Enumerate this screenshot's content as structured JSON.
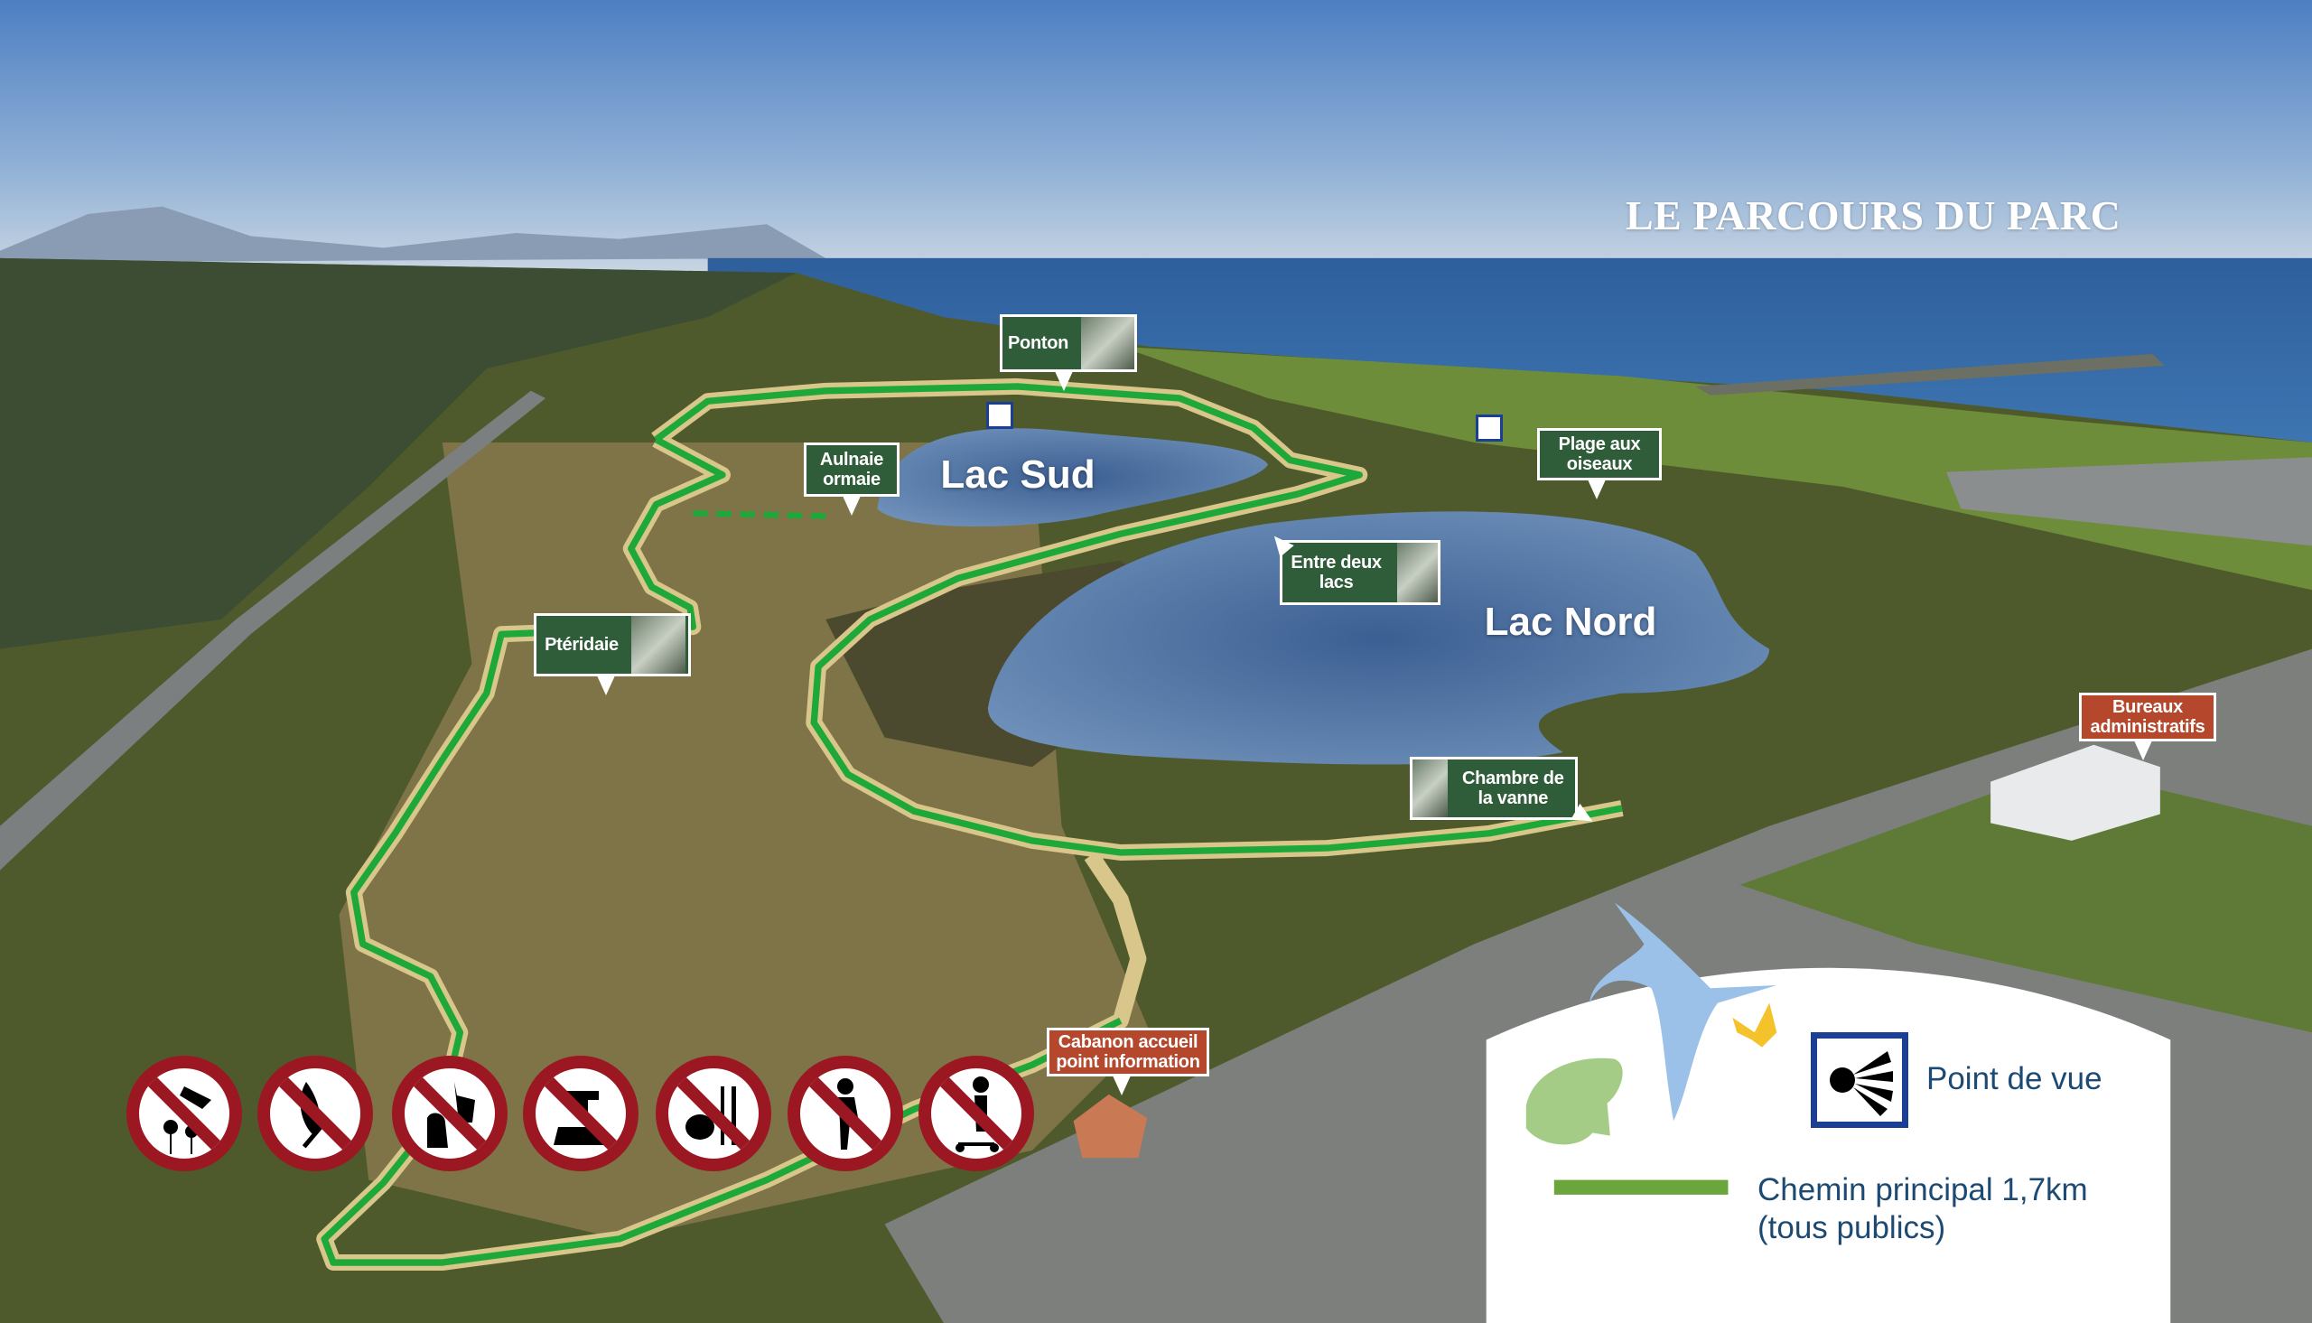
{
  "title": "LE PARCOURS DU PARC",
  "lakes": {
    "south": "Lac Sud",
    "north": "Lac Nord"
  },
  "labels": {
    "ponton": "Ponton",
    "aulnaie": "Aulnaie ormaie",
    "plage": "Plage aux oiseaux",
    "entre": "Entre deux lacs",
    "pteridaie": "Ptéridaie",
    "chambre": "Chambre de la vanne",
    "bureaux": "Bureaux administratifs",
    "cabanon": "Cabanon accueil point information"
  },
  "prohibitions": [
    {
      "icon": "no-picking-flowers-icon"
    },
    {
      "icon": "no-fire-icon"
    },
    {
      "icon": "no-pets-icon"
    },
    {
      "icon": "no-drones-icon"
    },
    {
      "icon": "no-eating-icon"
    },
    {
      "icon": "no-littering-icon"
    },
    {
      "icon": "no-scooter-icon"
    }
  ],
  "legend": {
    "viewpoint": "Point de vue",
    "path_line1": "Chemin principal 1,7km",
    "path_line2": "(tous publics)"
  },
  "colors": {
    "path": "#1fa83a",
    "legend_line": "#6aa63c",
    "tag_green": "#2f5d3a",
    "tag_red": "#b4472c",
    "sign_red": "#9b1823",
    "legend_text": "#1d4a72"
  }
}
